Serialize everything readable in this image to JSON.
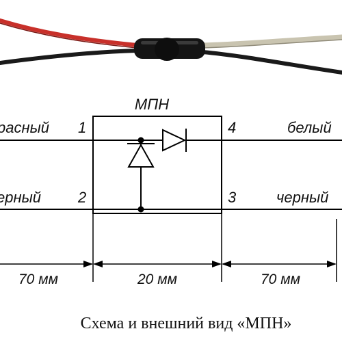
{
  "photo": {
    "left_wire_colors": [
      "#c8302a",
      "#1a1a1a"
    ],
    "right_wire_colors": [
      "#c9c4b0",
      "#1a1a1a"
    ],
    "body_color": "#141414"
  },
  "diagram": {
    "component_label": "МПН",
    "left_top_label": "красный",
    "left_bottom_label": "черный",
    "right_top_label": "белый",
    "right_bottom_label": "черный",
    "pins": [
      "1",
      "2",
      "3",
      "4"
    ],
    "line_color": "#000000"
  },
  "dimensions": {
    "left": "70 мм",
    "center": "20 мм",
    "right": "70 мм"
  },
  "caption": "Схема и внешний вид «МПН»"
}
